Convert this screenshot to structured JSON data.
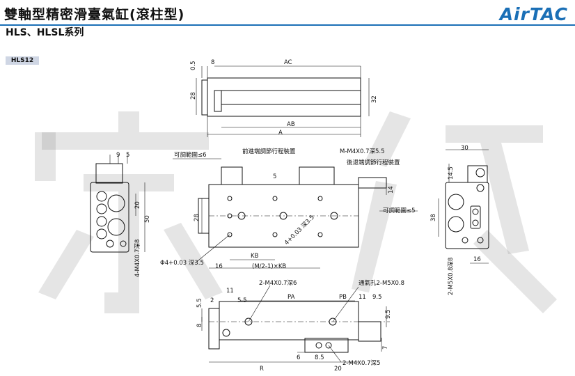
{
  "header": {
    "title": "雙軸型精密滑臺氣缸(滾柱型)",
    "subtitle": "HLS、HLSL系列",
    "logo": "AirTAC"
  },
  "model": "HLS12",
  "dims": {
    "top_view": {
      "d05": "0.5",
      "d8": "8",
      "AC": "AC",
      "d28": "28",
      "d32": "32",
      "AB": "AB",
      "A": "A"
    },
    "left_view": {
      "d9": "9",
      "d5": "5",
      "d20": "20",
      "d50": "50",
      "note": "4-M4X0.7深8"
    },
    "front_view": {
      "stroke_front": "可調範圍≤6",
      "front_adj": "前進端調節行程裝置",
      "mthread": "M-M4X0.7深5.5",
      "rear_adj": "後退端調節行程裝置",
      "d5": "5",
      "d28": "28",
      "hole": "4+0.03 深3.5",
      "phi": "Φ4+0.03 深3.5",
      "KB": "KB",
      "M2KB": "(M/2-1)×KB",
      "d16": "16",
      "d14": "14",
      "stroke_rear": "可調範圍≤5"
    },
    "right_view": {
      "d30": "30",
      "d145": "14.5",
      "d38": "38",
      "d16": "16",
      "note": "2-M5X0.8深8"
    },
    "bottom_view": {
      "d11a": "11",
      "d2": "2",
      "d55a": "5.5",
      "d55b": "5.5",
      "note1": "2-M4X0.7深6",
      "PA": "PA",
      "PB": "PB",
      "port": "通氣孔2-M5X0.8",
      "d11b": "11",
      "d95a": "9.5",
      "d8": "8",
      "d95b": "9.5",
      "d7": "7",
      "d6": "6",
      "d85": "8.5",
      "note2": "2-M4X0.7深5",
      "R": "R",
      "d20": "20"
    }
  },
  "watermark": "宗紘"
}
